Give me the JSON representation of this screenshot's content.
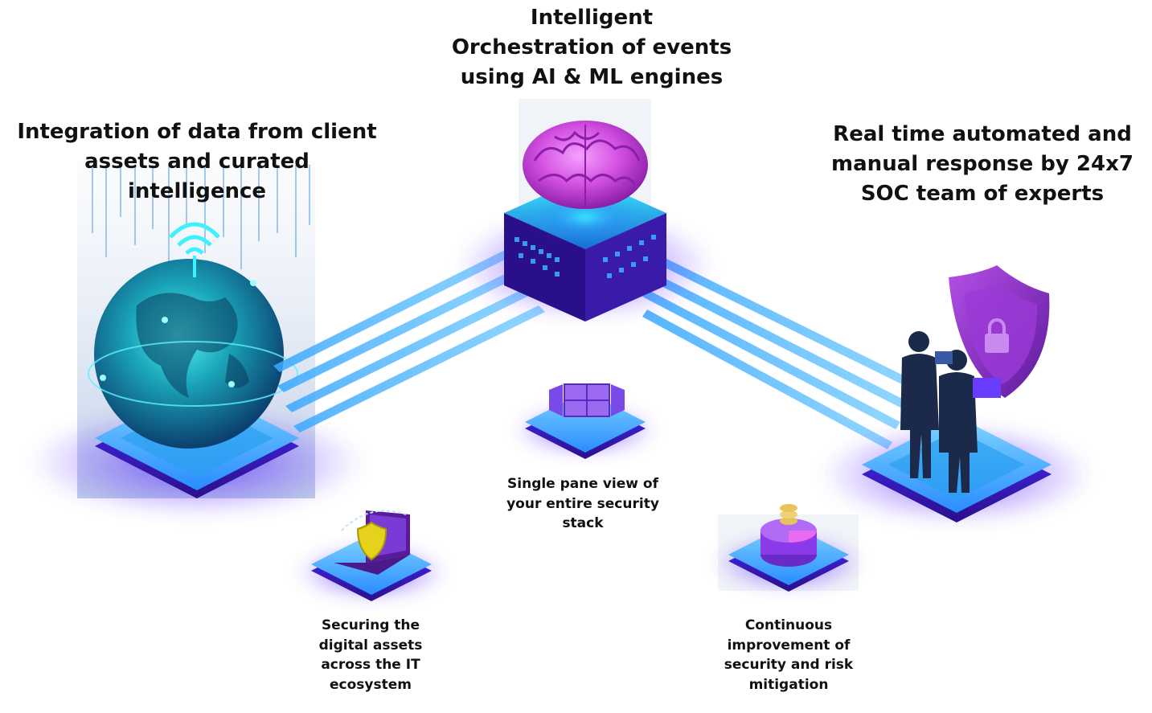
{
  "headings": {
    "center": {
      "lines": [
        "Intelligent",
        "Orchestration of events",
        "using AI & ML engines"
      ]
    },
    "left": {
      "lines": [
        "Integration of data from client",
        "assets and curated",
        "intelligence"
      ]
    },
    "right": {
      "lines": [
        "Real time automated and",
        "manual response by 24x7",
        "SOC team of experts"
      ]
    }
  },
  "captions": {
    "single_pane": {
      "lines": [
        "Single pane view of",
        "your entire security",
        "stack"
      ]
    },
    "securing": {
      "lines": [
        "Securing the",
        "digital assets",
        "across the IT",
        "ecosystem"
      ]
    },
    "continuous": {
      "lines": [
        "Continuous",
        "improvement of",
        "security and risk",
        "mitigation"
      ]
    }
  },
  "icons": {
    "globe": "globe-icon",
    "brain": "brain-icon",
    "shield": "shield-lock-icon",
    "team": "people-icon",
    "panels": "monitor-panels-icon",
    "laptop": "laptop-shield-icon",
    "coins": "coins-chart-icon"
  },
  "colors": {
    "neon_blue": "#3aa8ff",
    "glow_purple": "#6a3cff",
    "platform_top": "#4fc0ff",
    "brain_pink": "#d24fe0",
    "shield_purple": "#8a2fc7",
    "cyan": "#3ff0ff"
  }
}
